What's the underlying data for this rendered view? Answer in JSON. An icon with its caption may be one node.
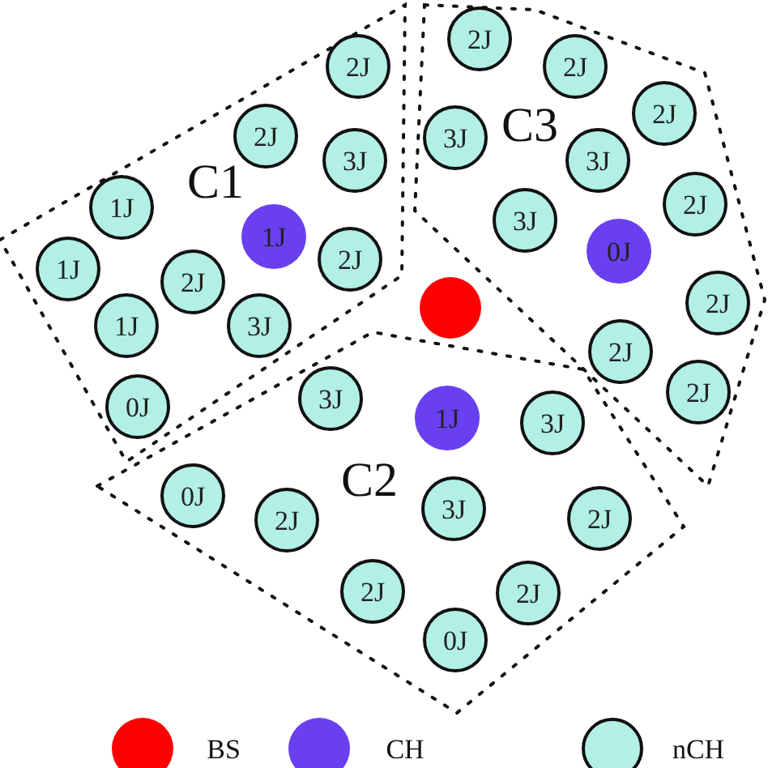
{
  "diagram": {
    "nodes": [
      {
        "text": [
          "C1"
        ]
      },
      {
        "text": [
          "2J"
        ],
        "in": 0
      },
      {
        "text": [
          "2J"
        ],
        "in": 0
      },
      {
        "text": [
          "3J"
        ],
        "in": 0
      },
      {
        "text": [
          "1J"
        ],
        "in": 0
      },
      {
        "text": [
          "1J"
        ],
        "in": 0
      },
      {
        "text": [
          "2J"
        ],
        "in": 0
      },
      {
        "text": [
          "1J"
        ],
        "in": 0
      },
      {
        "text": [
          "2J"
        ],
        "in": 0
      },
      {
        "text": [
          "1J"
        ],
        "in": 0
      },
      {
        "text": [
          "3J"
        ],
        "in": 0
      },
      {
        "text": [
          "0J"
        ],
        "in": 0
      },
      {
        "text": [
          "C3"
        ]
      },
      {
        "text": [
          "2J"
        ],
        "in": 12
      },
      {
        "text": [
          "2J"
        ],
        "in": 12
      },
      {
        "text": [
          "3J"
        ],
        "in": 12
      },
      {
        "text": [
          "2J"
        ],
        "in": 12
      },
      {
        "text": [
          "3J"
        ],
        "in": 12
      },
      {
        "text": [
          "3J"
        ],
        "in": 12
      },
      {
        "text": [
          "2J"
        ],
        "in": 12
      },
      {
        "text": [
          "0J"
        ],
        "in": 12
      },
      {
        "text": [
          "2J"
        ],
        "in": 12
      },
      {
        "text": [
          "2J"
        ],
        "in": 12
      },
      {
        "text": [
          "2J"
        ],
        "in": 12
      },
      {
        "text": [],
        "shape": "circle"
      },
      {
        "text": [
          "C2"
        ]
      },
      {
        "text": [
          "3J"
        ],
        "in": 25
      },
      {
        "text": [
          "1J"
        ],
        "in": 25
      },
      {
        "text": [
          "3J"
        ],
        "in": 25
      },
      {
        "text": [
          "0J"
        ],
        "in": 25
      },
      {
        "text": [
          "2J"
        ],
        "in": 25
      },
      {
        "text": [
          "3J"
        ],
        "in": 25
      },
      {
        "text": [
          "2J"
        ],
        "in": 25
      },
      {
        "text": [
          "2J"
        ],
        "in": 25
      },
      {
        "text": [
          "2J"
        ],
        "in": 25
      },
      {
        "text": [
          "0J"
        ],
        "in": 25
      }
    ],
    "edges": [],
    "legend": [
      {
        "text": "BS",
        "color": "#ff0000"
      },
      {
        "text": "CH",
        "color": "#6a3ff0"
      },
      {
        "text": "nCH",
        "color": "#b2f0e6"
      }
    ]
  }
}
